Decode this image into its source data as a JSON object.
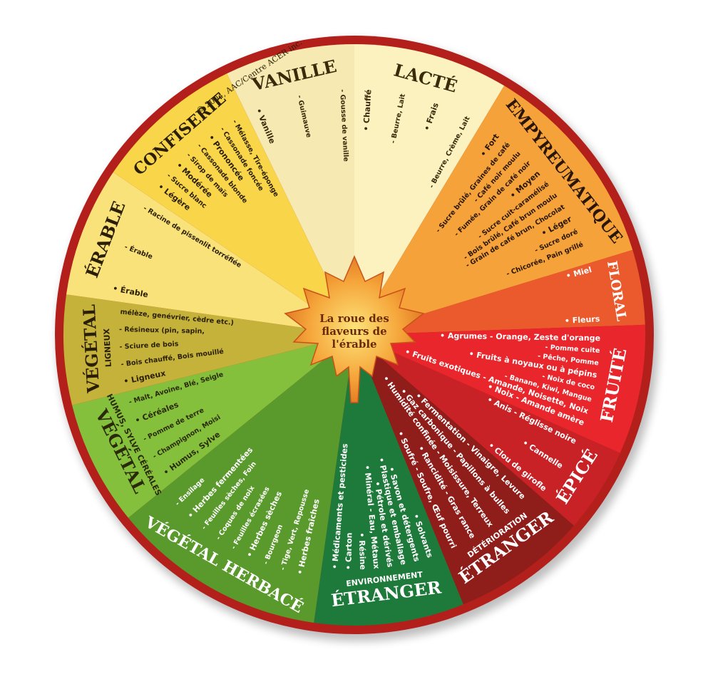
{
  "center_title": [
    "La roue des",
    "flaveurs de",
    "l'érable"
  ],
  "copyright": "© 2004, AAC/Centre ACER inc.",
  "colors": {
    "rim": "#b3201c",
    "leaf": "#e8861c",
    "leaf_center": "#fdd44f"
  },
  "sectors": [
    {
      "id": "vanille",
      "title": "VANILLE",
      "color": "#f6eab2",
      "text_color": "#3a2a0a",
      "items": [
        {
          "text": "• Vanille",
          "level": 1
        },
        {
          "text": "- Guimauve",
          "level": 2
        },
        {
          "text": "- Gousse de vanille",
          "level": 2
        }
      ]
    },
    {
      "id": "lacte",
      "title": "LACTÉ",
      "color": "#fbf2c0",
      "text_color": "#3a2a0a",
      "items": [
        {
          "text": "• Chauffé",
          "level": 1
        },
        {
          "text": "- Beurre, Lait",
          "level": 2
        },
        {
          "text": "• Frais",
          "level": 1
        },
        {
          "text": "- Beurre, Crème, Lait",
          "level": 2
        }
      ]
    },
    {
      "id": "empyreumatique",
      "title": "EMPYREUMATIQUE",
      "color": "#f5a23a",
      "text_color": "#2a1606",
      "items": [
        {
          "text": "• Fort",
          "level": 1
        },
        {
          "text": "- Sucre brûlé, Graines de café",
          "level": 2
        },
        {
          "text": "- Café noir moulu",
          "level": 2
        },
        {
          "text": "- Fumée, Grain de café noir",
          "level": 2
        },
        {
          "text": "• Moyen",
          "level": 1
        },
        {
          "text": "- Sucre cuit-caramélisé",
          "level": 2
        },
        {
          "text": "- Bois brûlé, Café brun moulu",
          "level": 2
        },
        {
          "text": "- Grain de café brun, Chocolat",
          "level": 2
        },
        {
          "text": "• Léger",
          "level": 1
        },
        {
          "text": "- Sucre doré",
          "level": 2
        },
        {
          "text": "- Chicorée, Pain grillé",
          "level": 2
        }
      ]
    },
    {
      "id": "floral",
      "title": "FLORAL",
      "color": "#eb5a2c",
      "text_color": "#ffffff",
      "items": [
        {
          "text": "• Miel",
          "level": 1
        },
        {
          "text": "• Fleurs",
          "level": 1
        }
      ]
    },
    {
      "id": "fruite",
      "title": "FRUITÉ",
      "color": "#e8262b",
      "text_color": "#ffffff",
      "items": [
        {
          "text": "• Agrumes - Orange, Zeste d'orange",
          "level": 1
        },
        {
          "text": "- Pomme cuite",
          "level": 2
        },
        {
          "text": "- Pêche, Pomme",
          "level": 2
        },
        {
          "text": "• Fruits à noyaux ou à pépins",
          "level": 1
        },
        {
          "text": "- Noix de coco",
          "level": 2
        },
        {
          "text": "- Banane, Kiwi, Mangue",
          "level": 2
        },
        {
          "text": "• Fruits exotiques - Amande, Noisette, Noix",
          "level": 1
        },
        {
          "text": "• Noix - Amande amère",
          "level": 1
        }
      ]
    },
    {
      "id": "epice",
      "title": "ÉPICÉ",
      "color": "#c82126",
      "text_color": "#ffffff",
      "items": [
        {
          "text": "• Anis - Réglisse noire",
          "level": 1
        },
        {
          "text": "• Cannelle",
          "level": 1
        },
        {
          "text": "• Clou de girofle",
          "level": 1
        }
      ]
    },
    {
      "id": "etranger-deterioration",
      "title": "ÉTRANGER",
      "subtitle": "DÉTÉRIORATION",
      "color": "#8f1d1a",
      "text_color": "#ffffff",
      "items": [
        {
          "text": "• Fermentation - Vinaigre, Levure",
          "level": 1
        },
        {
          "text": "• Gaz carbonique - Papillons à bulles",
          "level": 1
        },
        {
          "text": "• Humidité confinée - Moisissure, Terreux",
          "level": 1
        },
        {
          "text": "• Rancidité - Gras rance",
          "level": 1
        },
        {
          "text": "• Soufré - Soufre, Œuf pourri",
          "level": 1
        }
      ]
    },
    {
      "id": "etranger-environnement",
      "title": "ÉTRANGER",
      "subtitle": "ENVIRONNEMENT",
      "color": "#1e7a3a",
      "text_color": "#ffffff",
      "items": [
        {
          "text": "• Solvants",
          "level": 1
        },
        {
          "text": "• Savon et détergents",
          "level": 1
        },
        {
          "text": "• Plastique et emballage",
          "level": 1
        },
        {
          "text": "• Pétrole et dérivés",
          "level": 1
        },
        {
          "text": "• Minéral - Eau, Métaux",
          "level": 1
        },
        {
          "text": "• Résine",
          "level": 1
        },
        {
          "text": "• Carton",
          "level": 1
        },
        {
          "text": "• Médicaments et pesticides",
          "level": 1
        }
      ]
    },
    {
      "id": "vegetal-herbace",
      "title": "VÉGÉTAL HERBACÉ",
      "color": "#5a9a2c",
      "text_color": "#ffffff",
      "items": [
        {
          "text": "• Herbes fraîches",
          "level": 1
        },
        {
          "text": "- Tige, Vert, Repousse",
          "level": 2
        },
        {
          "text": "- Bourgeon",
          "level": 2
        },
        {
          "text": "• Herbes sèches",
          "level": 1
        },
        {
          "text": "- Feuilles écrasées",
          "level": 2
        },
        {
          "text": "- Coques de noix",
          "level": 2
        },
        {
          "text": "- Feuilles sèches, Foin",
          "level": 2
        },
        {
          "text": "• Herbes fermentées",
          "level": 1
        },
        {
          "text": "- Ensilage",
          "level": 2
        }
      ]
    },
    {
      "id": "vegetal-humus",
      "title": "VÉGÉTAL",
      "subtitle": "HUMUS, SYLVE CÉRÉALES",
      "color": "#84c03c",
      "text_color": "#2a2a0a",
      "items": [
        {
          "text": "• Humus, Sylve",
          "level": 1
        },
        {
          "text": "- Champignon, Moisi",
          "level": 2
        },
        {
          "text": "- Pomme de terre",
          "level": 2
        },
        {
          "text": "• Céréales",
          "level": 1
        },
        {
          "text": "- Malt, Avoine, Blé, Seigle",
          "level": 2
        }
      ]
    },
    {
      "id": "vegetal-ligneux",
      "title": "VÉGÉTAL",
      "subtitle": "LIGNEUX",
      "color": "#c4b23a",
      "text_color": "#2a1e04",
      "items": [
        {
          "text": "• Ligneux",
          "level": 1
        },
        {
          "text": "- Bois chauffé, Bois mouillé",
          "level": 2
        },
        {
          "text": "- Sciure de bois",
          "level": 2
        },
        {
          "text": "- Résineux (pin, sapin,",
          "level": 2
        },
        {
          "text": "mélèze, genévrier, cèdre etc.)",
          "level": 2
        }
      ]
    },
    {
      "id": "erable",
      "title": "ÉRABLE",
      "color": "#f9e27a",
      "text_color": "#2a1e04",
      "items": [
        {
          "text": "• Érable",
          "level": 1
        },
        {
          "text": "- Érable",
          "level": 2
        },
        {
          "text": "- Racine de pissenlit torréfiée",
          "level": 2
        }
      ]
    },
    {
      "id": "confiserie",
      "title": "CONFISERIE",
      "color": "#f9d54a",
      "text_color": "#2a1e04",
      "items": [
        {
          "text": "• Légère",
          "level": 1
        },
        {
          "text": "- Sucre blanc",
          "level": 2
        },
        {
          "text": "• Modérée",
          "level": 1
        },
        {
          "text": "- Sirop de maïs",
          "level": 2
        },
        {
          "text": "- Cassonade blonde",
          "level": 2
        },
        {
          "text": "• Prononcée",
          "level": 1
        },
        {
          "text": "- Cassonade foncée",
          "level": 2
        },
        {
          "text": "- Mélasse, Tire-éponge",
          "level": 2
        }
      ]
    }
  ]
}
